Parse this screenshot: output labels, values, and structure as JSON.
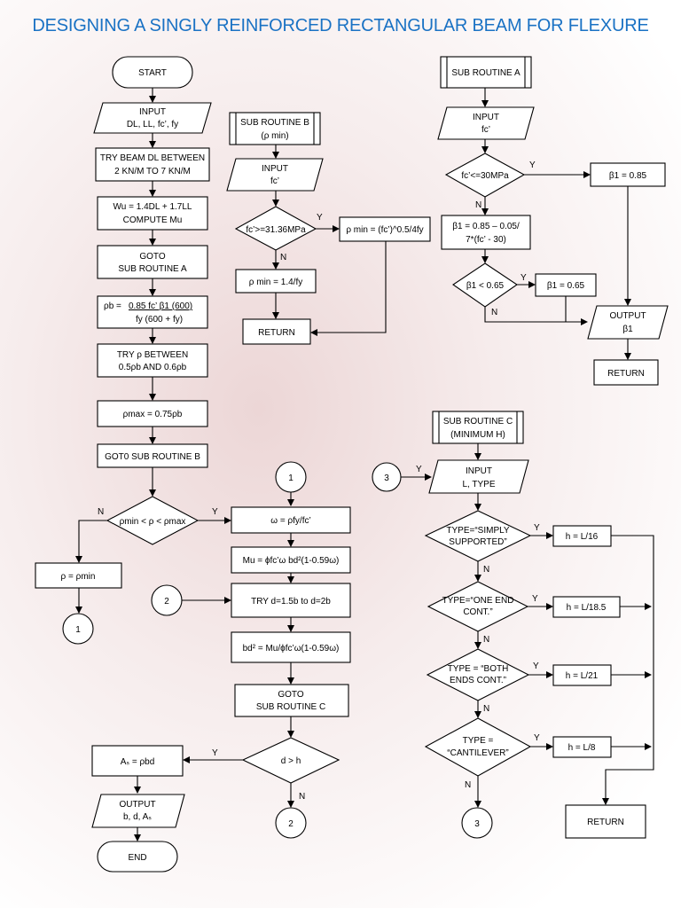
{
  "title": "DESIGNING A SINGLY REINFORCED RECTANGULAR BEAM FOR FLEXURE",
  "main": {
    "start": "START",
    "input_load": [
      "INPUT",
      "DL, LL, fc’, fy"
    ],
    "try_beam_dl": [
      "TRY BEAM DL BETWEEN",
      "2 KN/M TO 7 KN/M"
    ],
    "compute_mu": [
      "Wu = 1.4DL + 1.7LL",
      "COMPUTE Mu"
    ],
    "goto_a": [
      "GOTO",
      "SUB ROUTINE A"
    ],
    "rho_b": {
      "lhs": "ρb = ",
      "num": "0.85 fc’ β1 (600)",
      "den": "fy (600 + fy)"
    },
    "try_rho": [
      "TRY ρ BETWEEN",
      "0.5ρb AND 0.6ρb"
    ],
    "rho_max": "ρmax = 0.75ρb",
    "goto_b": "GOT0 SUB ROUTINE B",
    "check_rho": "ρmin < ρ < ρmax",
    "rho_eq_min": "ρ = ρmin",
    "connector_1": "1",
    "omega": "ω = ρfy/fc’",
    "mu_formula": "Mu = ϕfc’ω bd²(1-0.59ω)",
    "connector_2": "2",
    "try_d": "TRY d=1.5b to d=2b",
    "bd2": "bd² = Mu/ϕfc’ω(1-0.59ω)",
    "goto_c": [
      "GOTO",
      "SUB ROUTINE C"
    ],
    "check_d": "d > h",
    "as_formula": "Aₛ = ρbd",
    "output": [
      "OUTPUT",
      "b, d, Aₛ"
    ],
    "end": "END"
  },
  "sub_b": {
    "title": [
      "SUB ROUTINE B",
      "(ρ min)"
    ],
    "input": [
      "INPUT",
      "fc’"
    ],
    "check": "fc’>=31.36MPa",
    "yes_formula": "ρ min = (fc’)^0.5/4fy",
    "no_formula": "ρ min = 1.4/fy",
    "return": "RETURN"
  },
  "sub_a": {
    "title": "SUB ROUTINE A",
    "input": [
      "INPUT",
      "fc’"
    ],
    "check1": "fc’<=30MPa",
    "beta_085": "β1 = 0.85",
    "beta_formula": [
      "β1 = 0.85 – 0.05/",
      "7*(fc’ - 30)"
    ],
    "check2": "β1 < 0.65",
    "beta_065": "β1 = 0.65",
    "output": [
      "OUTPUT",
      "β1"
    ],
    "return": "RETURN"
  },
  "sub_c": {
    "title": [
      "SUB ROUTINE C",
      "(MINIMUM H)"
    ],
    "connector_3": "3",
    "input": [
      "INPUT",
      "L, TYPE"
    ],
    "type1": [
      "TYPE=“SIMPLY",
      "SUPPORTED”"
    ],
    "h1": "h = L/16",
    "type2": [
      "TYPE=“ONE END",
      "CONT.”"
    ],
    "h2": "h = L/18.5",
    "type3": [
      "TYPE = “BOTH",
      "ENDS CONT.”"
    ],
    "h3": "h = L/21",
    "type4": [
      "TYPE =",
      "“CANTILEVER”"
    ],
    "h4": "h = L/8",
    "return": "RETURN"
  },
  "labels": {
    "yes": "Y",
    "no": "N"
  }
}
